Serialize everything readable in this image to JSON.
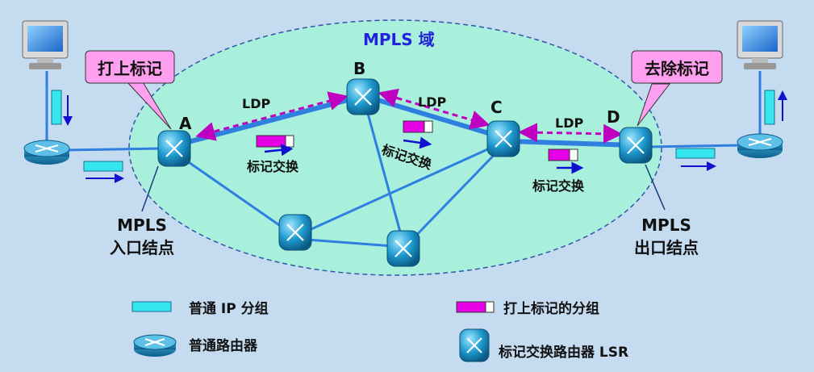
{
  "domain_title": "MPLS 域",
  "nodes": {
    "a": "A",
    "b": "B",
    "c": "C",
    "d": "D"
  },
  "callouts": {
    "push": "打上标记",
    "pop": "去除标记"
  },
  "ldp": "LDP",
  "swap": "标记交换",
  "ingress": {
    "line1": "MPLS",
    "line2": "入口结点"
  },
  "egress": {
    "line1": "MPLS",
    "line2": "出口结点"
  },
  "legend": {
    "ip_packet": "普通 IP 分组",
    "router": "普通路由器",
    "labeled_packet": "打上标记的分组",
    "lsr": "标记交换路由器 LSR"
  },
  "colors": {
    "background": "#c5dcf0",
    "domain_fill": "#a9f0dc",
    "link": "#2f7fe0",
    "ldp": "#c000c0",
    "callout": "#ff9ff0",
    "packet": "#33e6f0",
    "label_tag": "#e600e6",
    "arrow": "#1010d0",
    "domain_title": "#2222dd"
  }
}
